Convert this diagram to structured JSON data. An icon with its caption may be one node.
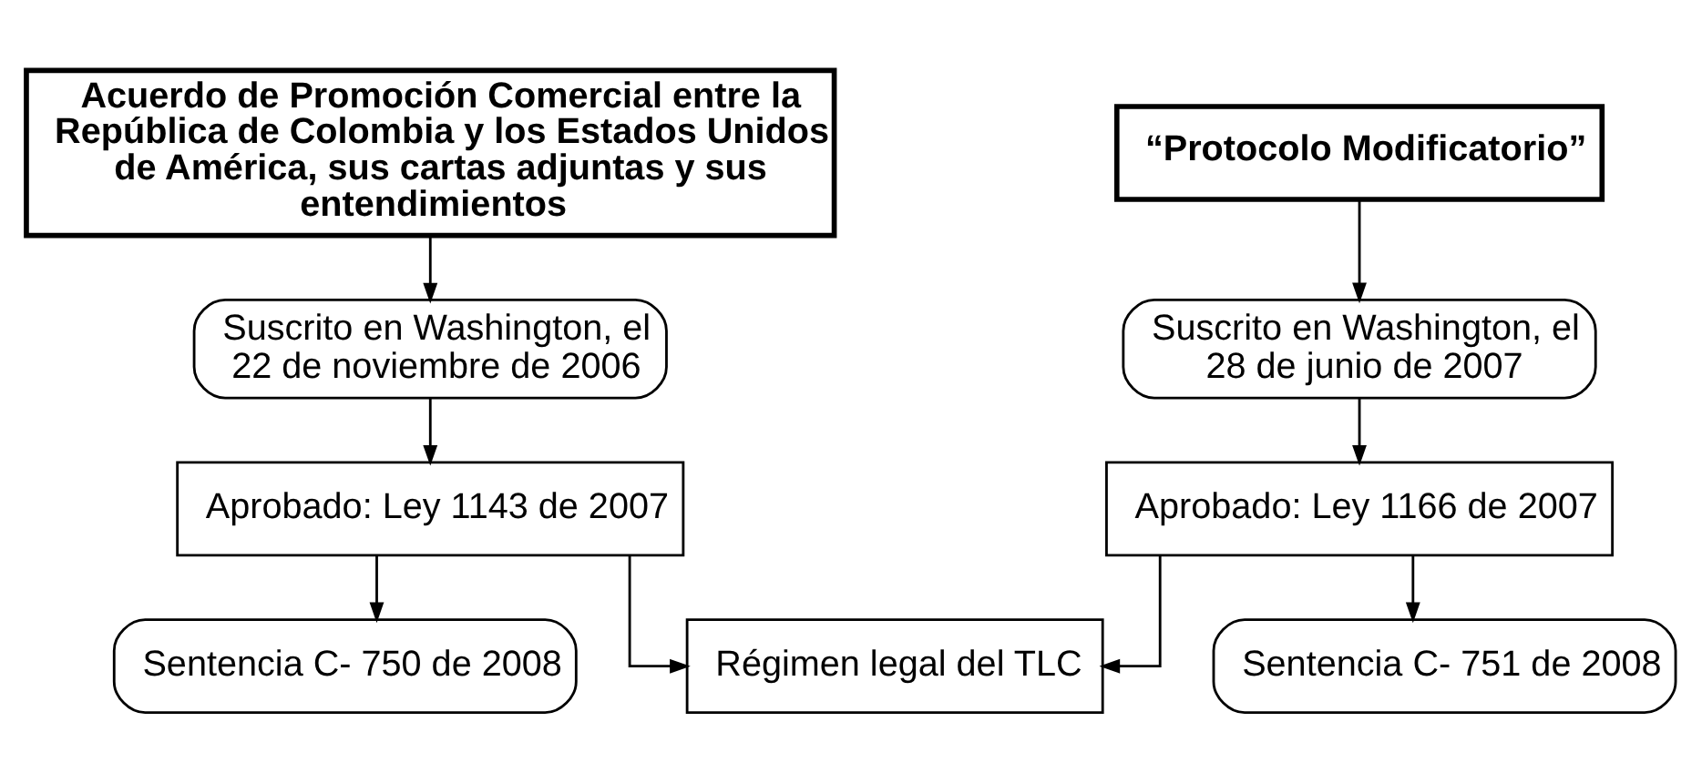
{
  "diagram": {
    "nodes": [
      {
        "text": [
          "Acuerdo de Promoción Comercial entre la República de Colombia y los Estados Unidos de América, sus cartas adjuntas y sus entendimientos"
        ]
      },
      {
        "text": [
          "“Protocolo Modificatorio”"
        ]
      },
      {
        "text": [
          "Suscrito en Washington, el 22 de noviembre de 2006"
        ]
      },
      {
        "text": [
          "Suscrito en Washington, el 28 de junio de 2007"
        ]
      },
      {
        "text": [
          "Aprobado: Ley 1143 de 2007"
        ]
      },
      {
        "text": [
          "Aprobado: Ley 1166 de 2007"
        ]
      },
      {
        "text": [
          "Sentencia C- 750 de 2008"
        ]
      },
      {
        "text": [
          "Sentencia C- 751 de 2008"
        ]
      },
      {
        "text": [
          "Régimen legal del TLC"
        ]
      }
    ],
    "edges": [
      {
        "from": 0,
        "to": 2,
        "arrow": "to"
      },
      {
        "from": 1,
        "to": 3,
        "arrow": "to"
      },
      {
        "from": 2,
        "to": 4,
        "arrow": "to"
      },
      {
        "from": 3,
        "to": 5,
        "arrow": "to"
      },
      {
        "from": 4,
        "to": 6,
        "arrow": "to"
      },
      {
        "from": 5,
        "to": 7,
        "arrow": "to"
      },
      {
        "from": 4,
        "to": 8,
        "arrow": "to"
      },
      {
        "from": 5,
        "to": 8,
        "arrow": "to"
      }
    ]
  }
}
